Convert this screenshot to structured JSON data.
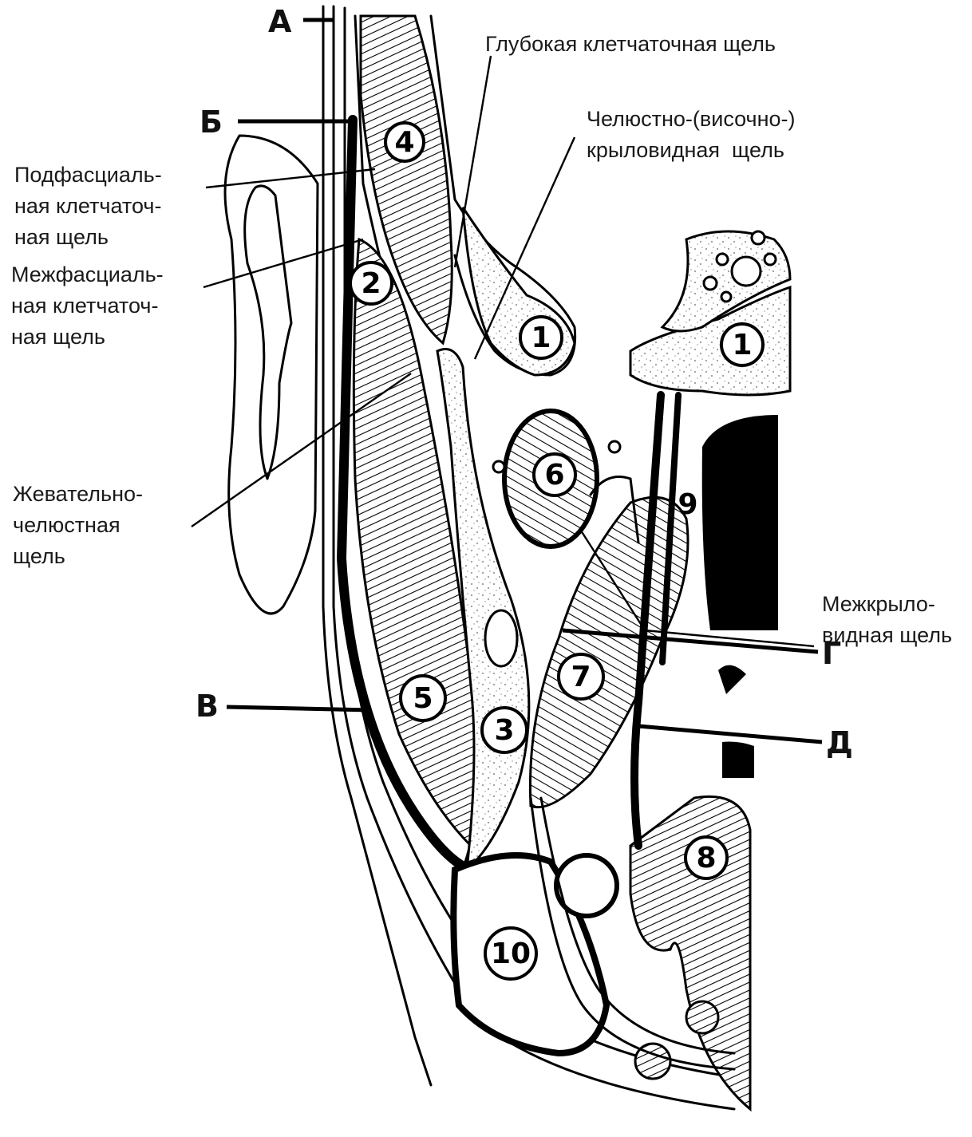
{
  "labels": {
    "deep_space": "Глубокая клетчаточная щель",
    "maxillo_temporal": "Челюстно-(височно-)\nкрыловидная  щель",
    "subfascial": "Подфасциаль-\nная клетчаточ-\nная щель",
    "interfascial": "Межфасциаль-\nная клетчаточ-\nная щель",
    "masseteric": "Жевательно-\nчелюстная\nщель",
    "interpterygoid": "Межкрыло-\nвидная щель"
  },
  "letters": {
    "a": "А",
    "b": "Б",
    "v": "В",
    "g": "Г",
    "d": "Д"
  },
  "numbers": {
    "n1a": "1",
    "n1b": "1",
    "n2": "2",
    "n3": "3",
    "n4": "4",
    "n5": "5",
    "n6": "6",
    "n7": "7",
    "n8": "8",
    "n9": "9",
    "n10": "10"
  },
  "colors": {
    "ink": "#000000",
    "stipple": "#bdbdbd",
    "background": "#ffffff"
  }
}
